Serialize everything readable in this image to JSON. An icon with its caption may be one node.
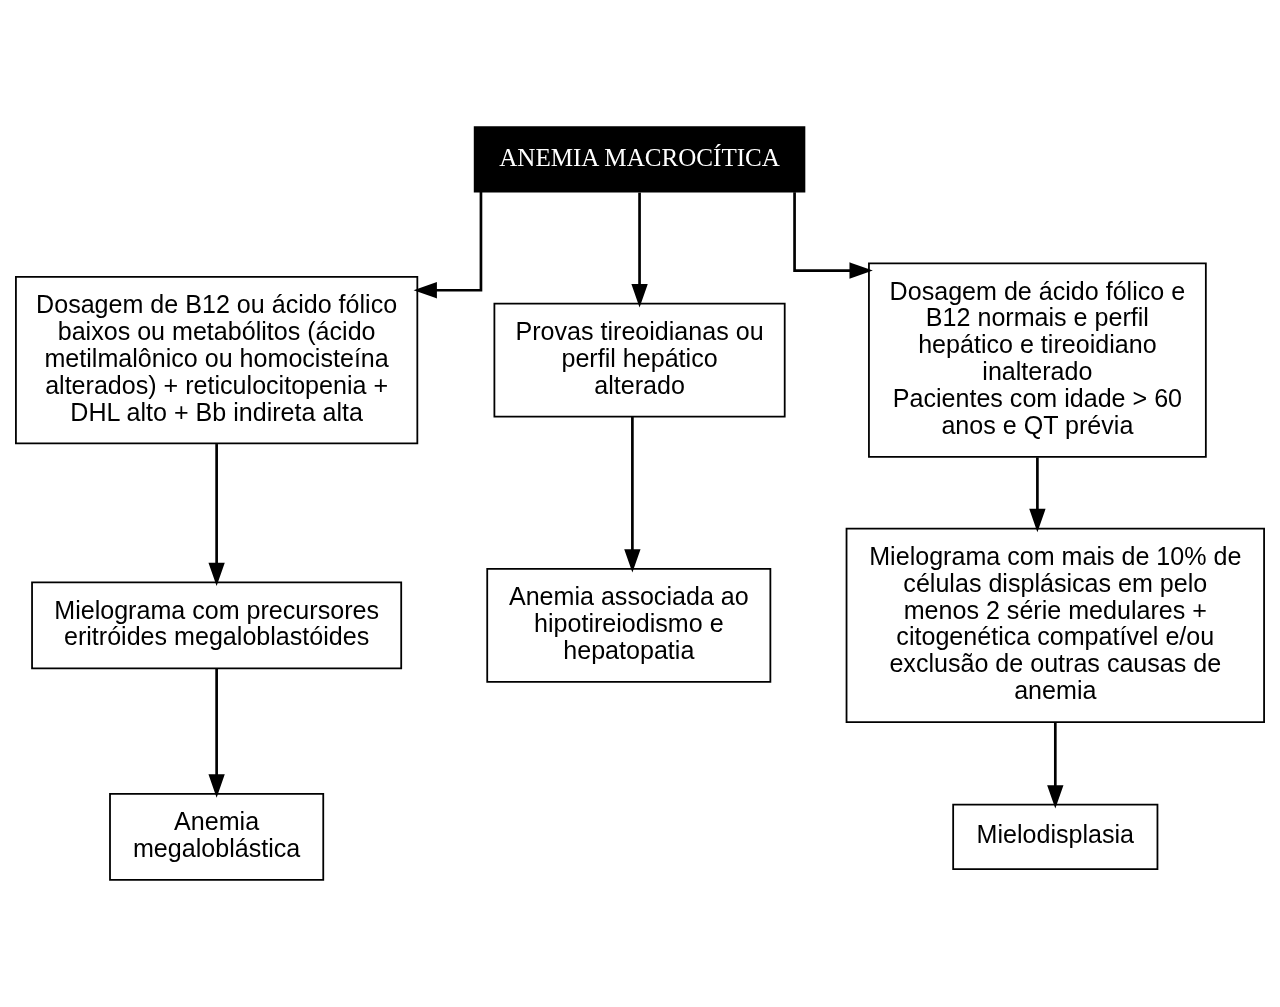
{
  "diagram": {
    "nodes": [
      {
        "text": [
          "ANEMIA MACROCÍTICA"
        ]
      },
      {
        "text": [
          "Dosagem de B12 ou ácido fólico baixos ou metabólitos (ácido metilmalônico ou homocisteína alterados) + reticulocitopenia + DHL alto + Bb indireta alta"
        ]
      },
      {
        "text": [
          "Provas tireoidianas ou perfil hepático alterado"
        ]
      },
      {
        "text": [
          "Dosagem de ácido fólico e B12 normais e perfil hepático e tireoidiano inalterado",
          "Pacientes com idade > 60 anos e QT prévia"
        ]
      },
      {
        "text": [
          "Mielograma com precursores eritróides megaloblastóides"
        ]
      },
      {
        "text": [
          "Anemia associada ao hipotireiodismo e hepatopatia"
        ]
      },
      {
        "text": [
          "Mielograma com mais de 10% de células displásicas em pelo menos 2 série medulares + citogenética compatível e/ou exclusão de outras causas de anemia"
        ]
      },
      {
        "text": [
          "Anemia megaloblástica"
        ]
      },
      {
        "text": [
          "Mielodisplasia"
        ]
      }
    ],
    "edges": [
      {
        "from": 0,
        "to": 1,
        "arrow": "to"
      },
      {
        "from": 0,
        "to": 2,
        "arrow": "to"
      },
      {
        "from": 0,
        "to": 3,
        "arrow": "to"
      },
      {
        "from": 1,
        "to": 4,
        "arrow": "to"
      },
      {
        "from": 2,
        "to": 5,
        "arrow": "to"
      },
      {
        "from": 3,
        "to": 6,
        "arrow": "to"
      },
      {
        "from": 4,
        "to": 7,
        "arrow": "to"
      },
      {
        "from": 6,
        "to": 8,
        "arrow": "to"
      }
    ]
  }
}
